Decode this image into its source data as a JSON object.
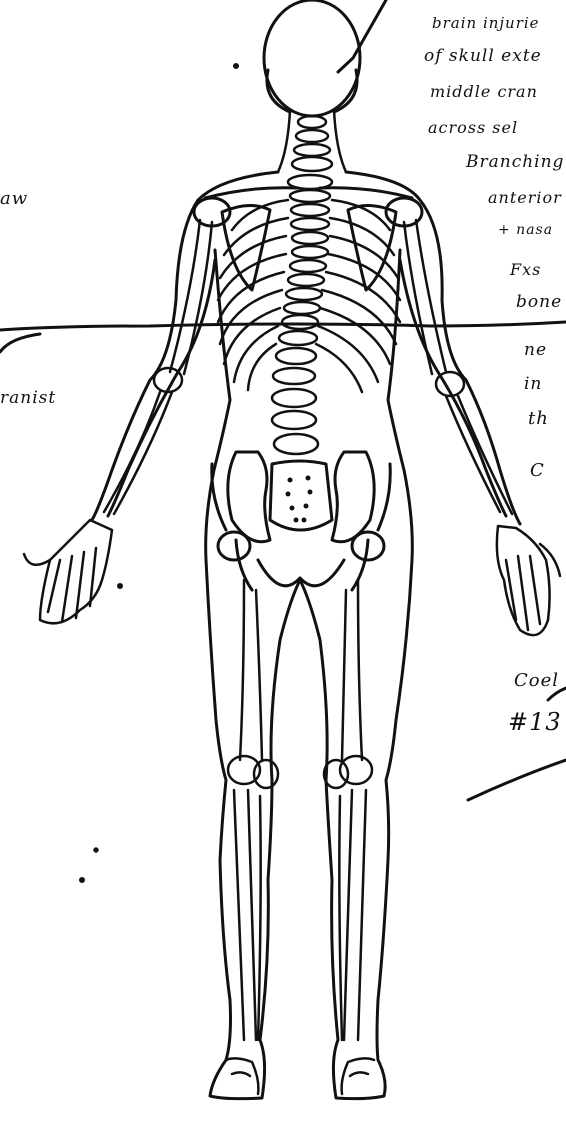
{
  "colors": {
    "ink": "#111111",
    "paper": "#ffffff"
  },
  "annotations": {
    "right": [
      "brain injurie",
      "of skull exte",
      "middle cran",
      "across sel",
      "Branching",
      "anterior",
      "+ nasa",
      "Fxs",
      "bone",
      "ne",
      "in",
      "th",
      "C"
    ],
    "left_top": "aw",
    "left_mid": "ranist",
    "coel": "Coel",
    "number": "#13"
  }
}
